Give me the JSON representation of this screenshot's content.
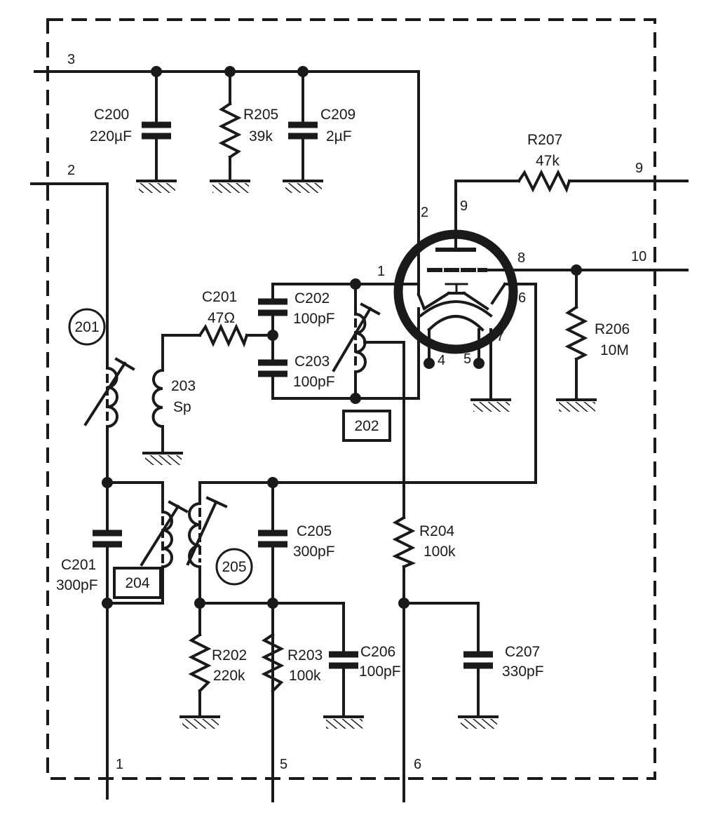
{
  "terminals": {
    "t1": "1",
    "t2": "2",
    "t3": "3",
    "t5": "5",
    "t6": "6",
    "t9": "9",
    "t10": "10"
  },
  "tube_pins": {
    "p1": "1",
    "p2": "2",
    "p4": "4",
    "p5": "5",
    "p6": "6",
    "p7": "7",
    "p8": "8",
    "p9": "9"
  },
  "components": {
    "c200": {
      "ref": "C200",
      "value": "220µF"
    },
    "r205": {
      "ref": "R205",
      "value": "39k"
    },
    "c209": {
      "ref": "C209",
      "value": "2µF"
    },
    "r207": {
      "ref": "R207",
      "value": "47k"
    },
    "r206": {
      "ref": "R206",
      "value": "10M"
    },
    "r201": {
      "ref": "C201",
      "value": "47Ω"
    },
    "c202": {
      "ref": "C202",
      "value": "100pF"
    },
    "c203": {
      "ref": "C203",
      "value": "100pF"
    },
    "l203": {
      "ref": "203",
      "value": "Sp"
    },
    "c201": {
      "ref": "C201",
      "value": "300pF"
    },
    "c205": {
      "ref": "C205",
      "value": "300pF"
    },
    "r204": {
      "ref": "R204",
      "value": "100k"
    },
    "r202": {
      "ref": "R202",
      "value": "220k"
    },
    "r203": {
      "ref": "R203",
      "value": "100k"
    },
    "c206": {
      "ref": "C206",
      "value": "100pF"
    },
    "c207": {
      "ref": "C207",
      "value": "330pF"
    }
  },
  "markers": {
    "m201": "201",
    "m202": "202",
    "m204": "204",
    "m205": "205"
  }
}
